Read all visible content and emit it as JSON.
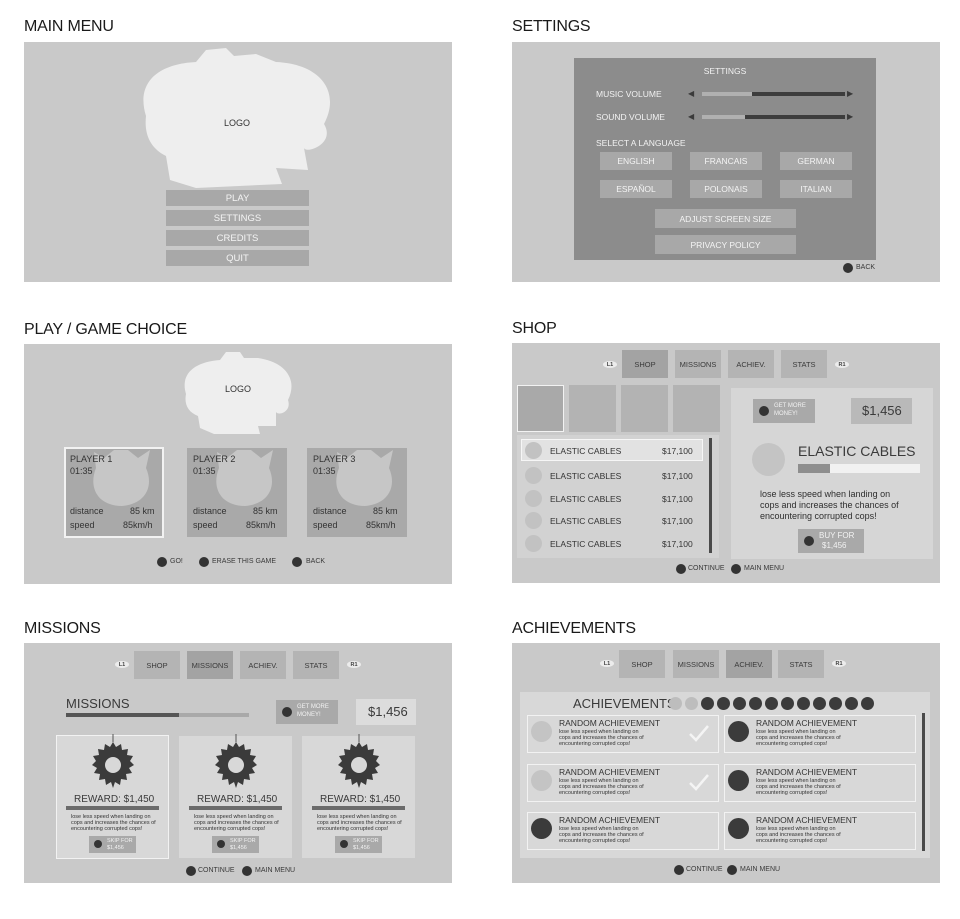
{
  "main_menu": {
    "title": "MAIN MENU",
    "logo": "LOGO",
    "buttons": [
      "PLAY",
      "SETTINGS",
      "CREDITS",
      "QUIT"
    ]
  },
  "settings": {
    "title": "SETTINGS",
    "dialog_title": "SETTINGS",
    "music_volume_label": "MUSIC VOLUME",
    "music_volume_level": 0.65,
    "sound_volume_label": "SOUND VOLUME",
    "sound_volume_level": 0.7,
    "language_label": "SELECT A LANGUAGE",
    "languages": [
      "ENGLISH",
      "FRANCAIS",
      "GERMAN",
      "ESPAÑOL",
      "POLONAIS",
      "ITALIAN"
    ],
    "adjust_label": "ADJUST SCREEN SIZE",
    "privacy_label": "PRIVACY POLICY",
    "back_label": "BACK"
  },
  "play": {
    "title": "PLAY / GAME CHOICE",
    "logo": "LOGO",
    "players": [
      {
        "name": "PLAYER 1",
        "time": "01:35",
        "distance_label": "distance",
        "distance": "85 km",
        "speed_label": "speed",
        "speed": "85km/h"
      },
      {
        "name": "PLAYER 2",
        "time": "01:35",
        "distance_label": "distance",
        "distance": "85 km",
        "speed_label": "speed",
        "speed": "85km/h"
      },
      {
        "name": "PLAYER 3",
        "time": "01:35",
        "distance_label": "distance",
        "distance": "85 km",
        "speed_label": "speed",
        "speed": "85km/h"
      }
    ],
    "go_label": "GO!",
    "erase_label": "ERASE THIS GAME",
    "back_label": "BACK"
  },
  "shop": {
    "title": "SHOP",
    "lb": "L1",
    "rb": "R1",
    "tabs": [
      "SHOP",
      "MISSIONS",
      "ACHIEV.",
      "STATS"
    ],
    "items": [
      {
        "name": "ELASTIC CABLES",
        "price": "$17,100"
      },
      {
        "name": "ELASTIC CABLES",
        "price": "$17,100"
      },
      {
        "name": "ELASTIC CABLES",
        "price": "$17,100"
      },
      {
        "name": "ELASTIC CABLES",
        "price": "$17,100"
      },
      {
        "name": "ELASTIC CABLES",
        "price": "$17,100"
      }
    ],
    "get_more_line1": "GET MORE",
    "get_more_line2": "MONEY!",
    "money": "$1,456",
    "detail_title": "ELASTIC CABLES",
    "detail_progress": 0.26,
    "detail_desc_1": "lose less speed when landing on",
    "detail_desc_2": "cops and increases the chances of",
    "detail_desc_3": "encountering corrupted cops!",
    "buy_line1": "BUY FOR",
    "buy_line2": "$1,456",
    "continue_label": "CONTINUE",
    "main_menu_label": "MAIN MENU"
  },
  "missions": {
    "title": "MISSIONS",
    "lb": "L1",
    "rb": "R1",
    "tabs": [
      "SHOP",
      "MISSIONS",
      "ACHIEV.",
      "STATS"
    ],
    "header": "MISSIONS",
    "progress": 0.62,
    "get_more_line1": "GET MORE",
    "get_more_line2": "MONEY!",
    "money": "$1,456",
    "cards": [
      {
        "reward": "REWARD: $1,450",
        "desc_1": "lose less speed when landing on",
        "desc_2": "cops and increases the chances of",
        "desc_3": "encountering corrupted cops!",
        "skip_1": "SKIP FOR",
        "skip_2": "$1,456"
      },
      {
        "reward": "REWARD: $1,450",
        "desc_1": "lose less speed when landing on",
        "desc_2": "cops and increases the chances of",
        "desc_3": "encountering corrupted cops!",
        "skip_1": "SKIP FOR",
        "skip_2": "$1,456"
      },
      {
        "reward": "REWARD: $1,450",
        "desc_1": "lose less speed when landing on",
        "desc_2": "cops and increases the chances of",
        "desc_3": "encountering corrupted cops!",
        "skip_1": "SKIP FOR",
        "skip_2": "$1,456"
      }
    ],
    "continue_label": "CONTINUE",
    "main_menu_label": "MAIN MENU"
  },
  "achievements": {
    "title": "ACHIEVEMENTS",
    "lb": "L1",
    "rb": "R1",
    "tabs": [
      "SHOP",
      "MISSIONS",
      "ACHIEV.",
      "STATS"
    ],
    "header": "ACHIEVEMENTS",
    "unlocked_dots": 2,
    "locked_dots": 11,
    "items": [
      {
        "name": "RANDOM ACHIEVEMENT",
        "desc_1": "lose less speed when landing on",
        "desc_2": "cops and increases the chances of",
        "desc_3": "encountering corrupted cops!",
        "done": true
      },
      {
        "name": "RANDOM ACHIEVEMENT",
        "desc_1": "lose less speed when landing on",
        "desc_2": "cops and increases the chances of",
        "desc_3": "encountering corrupted cops!",
        "done": false
      },
      {
        "name": "RANDOM ACHIEVEMENT",
        "desc_1": "lose less speed when landing on",
        "desc_2": "cops and increases the chances of",
        "desc_3": "encountering corrupted cops!",
        "done": true
      },
      {
        "name": "RANDOM ACHIEVEMENT",
        "desc_1": "lose less speed when landing on",
        "desc_2": "cops and increases the chances of",
        "desc_3": "encountering corrupted cops!",
        "done": false
      },
      {
        "name": "RANDOM ACHIEVEMENT",
        "desc_1": "lose less speed when landing on",
        "desc_2": "cops and increases the chances of",
        "desc_3": "encountering corrupted cops!",
        "done": false
      },
      {
        "name": "RANDOM ACHIEVEMENT",
        "desc_1": "lose less speed when landing on",
        "desc_2": "cops and increases the chances of",
        "desc_3": "encountering corrupted cops!",
        "done": false
      }
    ],
    "continue_label": "CONTINUE",
    "main_menu_label": "MAIN MENU"
  }
}
